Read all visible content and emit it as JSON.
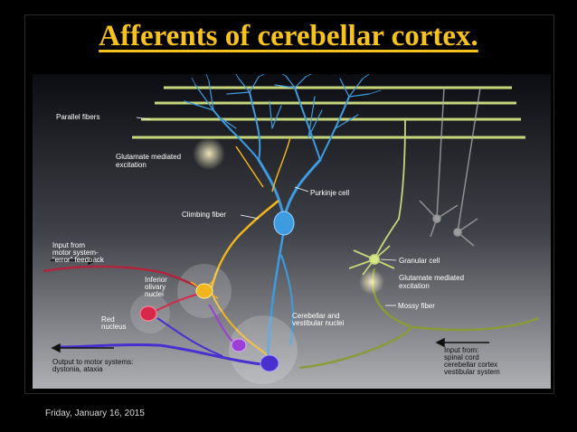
{
  "title": "Afferents of cerebellar cortex.",
  "footer_date": "Friday, January 16, 2015",
  "labels": {
    "parallel_fibers": "Parallel fibers",
    "glutamate_top_1": "Glutamate mediated",
    "glutamate_top_2": "excitation",
    "purkinje_cell": "Purkinje cell",
    "climbing_fiber": "Climbing fiber",
    "input_motor_1": "Input from",
    "input_motor_2": "motor system-",
    "input_motor_3": "“error” feedback",
    "granular_cell": "Granular cell",
    "glutamate_mid_1": "Glutamate mediated",
    "glutamate_mid_2": "excitation",
    "inferior_1": "Inferior",
    "inferior_2": "olivary",
    "inferior_3": "nuclei",
    "mossy_fiber": "Mossy fiber",
    "red_1": "Red",
    "red_2": "nucleus",
    "cerebellar_1": "Cerebellar and",
    "cerebellar_2": "vestibular nuclei",
    "input_spinal_1": "Input from:",
    "input_spinal_2": "spinal cord",
    "input_spinal_3": "cerebellar cortex",
    "input_spinal_4": "vestibular system",
    "output_1": "Output to motor systems:",
    "output_2": "dystonia, ataxia"
  },
  "colors": {
    "title": "#f7c21c",
    "purkinje": "#3d9be0",
    "climbing_fiber": "#f2b51d",
    "parallel_fiber": "#c6d67a",
    "mossy_fiber": "#8a9a3a",
    "efferent": "#4a2fd0",
    "red_nucleus": "#d8284a",
    "feedback": "#b0243c",
    "nucleus_cell": "#9b3fd6"
  }
}
